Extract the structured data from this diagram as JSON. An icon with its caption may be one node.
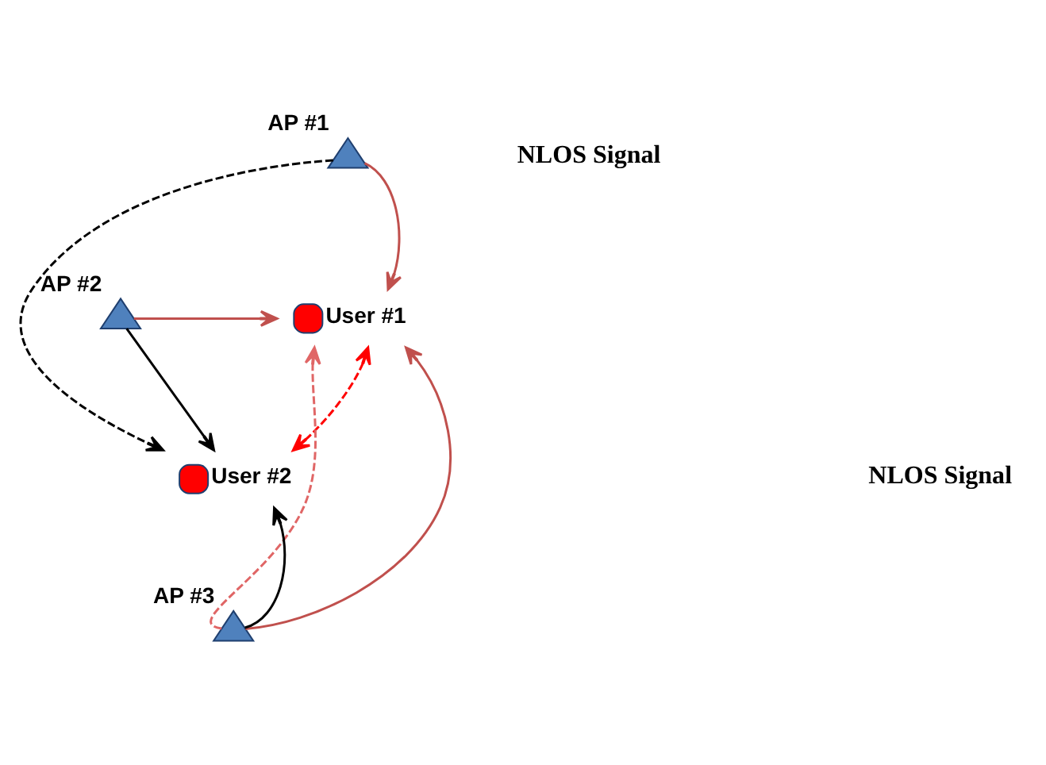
{
  "diagram": {
    "nodes": [
      {
        "text": [
          "AP #1"
        ]
      },
      {
        "text": [
          "AP #2"
        ]
      },
      {
        "text": [
          "User #1"
        ]
      },
      {
        "text": [
          "User #2"
        ]
      },
      {
        "text": [
          "AP #3"
        ]
      }
    ],
    "edges": [
      {
        "from": 0,
        "to": 2,
        "arrow": "to"
      },
      {
        "from": 0,
        "to": 3,
        "arrow": "to",
        "style": "dashed",
        "color": "#000000"
      },
      {
        "from": 4,
        "to": 2,
        "arrow": "to",
        "style": "dashed",
        "color": "#e06666"
      },
      {
        "from": 1,
        "to": 2,
        "arrow": "to"
      },
      {
        "from": 1,
        "to": 3,
        "arrow": "to",
        "color": "#000000"
      },
      {
        "from": 4,
        "to": 2,
        "arrow": "to"
      },
      {
        "from": 4,
        "to": 3,
        "arrow": "to",
        "color": "#000000"
      },
      {
        "from": 2,
        "to": 3,
        "arrow": "both",
        "style": "dashed",
        "color": "#ff0000"
      }
    ],
    "labels": [
      "NLOS Signal",
      "NLOS Signal"
    ]
  }
}
